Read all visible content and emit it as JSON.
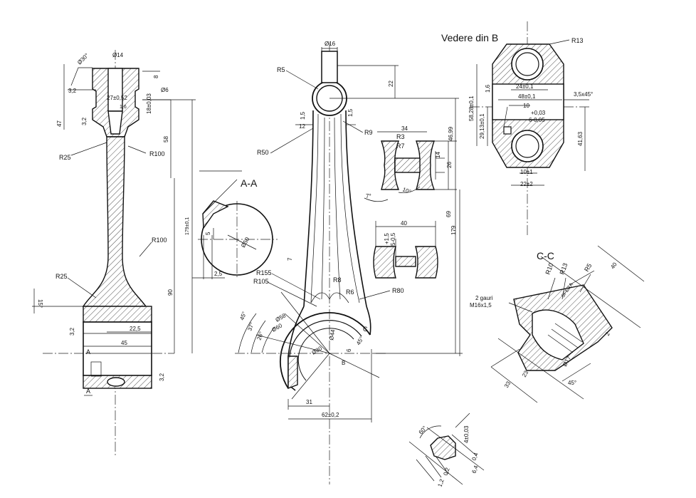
{
  "views": {
    "section_aa_title": "A-A",
    "view_b_title": "Vedere din B",
    "section_cc_title": "C-C"
  },
  "side_view": {
    "dims": {
      "d14": "Ø14",
      "d30": "Ø30°",
      "d6": "Ø6",
      "n8": "8",
      "n3_2": "3,2",
      "tol27": "27±0,52",
      "n1_6": "1,6",
      "tol18": "18±0,03",
      "n47": "47",
      "n3_2b": "3,2",
      "n58": "58",
      "r25_top": "R25",
      "r100_top": "R100",
      "r100_mid": "R100",
      "r25_bot": "R25",
      "n15": "15°",
      "n22_5": "22,5",
      "n45": "45",
      "n3_2c": "3,2",
      "n3_2d": "3,2",
      "tol179": "179±0,1",
      "n90": "90",
      "a_mark_left": "A",
      "a_mark_bottom": "A"
    }
  },
  "section_aa": {
    "dims": {
      "n5": "5",
      "d50": "Ø50",
      "n2_5": "2,5"
    }
  },
  "front_view": {
    "dims": {
      "d16": "Ø16",
      "r5": "R5",
      "n22": "22",
      "n1_5a": "1,5",
      "n1_5b": "1,5",
      "n12": "12",
      "r9": "R9",
      "r50": "R50",
      "n7": "7",
      "r155": "R155",
      "r105": "R105",
      "r8": "R8",
      "r6": "R6",
      "r80": "R80",
      "a45": "45°",
      "a37": "37°",
      "a26": "26°",
      "d58": "Ø58",
      "d60": "Ø60",
      "d80": "Ø80",
      "d44": "Ø44",
      "n6": "6",
      "a45b": "45°",
      "c_mark": "C",
      "b_mark": "B",
      "n31": "31",
      "tol62": "62±0,2",
      "n179": "179"
    }
  },
  "i_section_upper": {
    "dims": {
      "n34": "34",
      "r3": "R3",
      "r7": "R7",
      "n14": "14",
      "n26": "26",
      "a7": "7°",
      "a10": "10°",
      "n46_99": "46,99"
    }
  },
  "i_section_lower": {
    "dims": {
      "n40": "40",
      "p1_5": "+1,5",
      "p5_0_5": "5-0,5",
      "n69": "69"
    }
  },
  "view_b": {
    "dims": {
      "r13": "R13",
      "n1_6": "1,6",
      "tol24": "24±0,1",
      "tol48": "48±0,1",
      "cham": "3,5x45°",
      "n10": "10",
      "tol_p003": "+0,03",
      "tol_6": "6-0,05",
      "tol58": "58,28±0,1",
      "tol29": "29,13±0,1",
      "n41_63": "41,63",
      "tol10": "10±1",
      "tol22": "22±2"
    }
  },
  "section_cc": {
    "dims": {
      "r10": "R10",
      "r13": "R13",
      "r5": "R5",
      "n40": "40",
      "sfera": "SFERA",
      "gauri_1": "2 gauri",
      "gauri_2": "M16x1,5",
      "n23": "23",
      "n33": "33",
      "d17": "Ø17",
      "a45": "45°",
      "n2": "2"
    }
  },
  "groove_detail": {
    "dims": {
      "a60": "60°",
      "tol4": "4±0,03",
      "n0_4": "0,4",
      "n6_4": "6,4",
      "n0_2": "0,2",
      "n1_2": "1,2"
    }
  }
}
